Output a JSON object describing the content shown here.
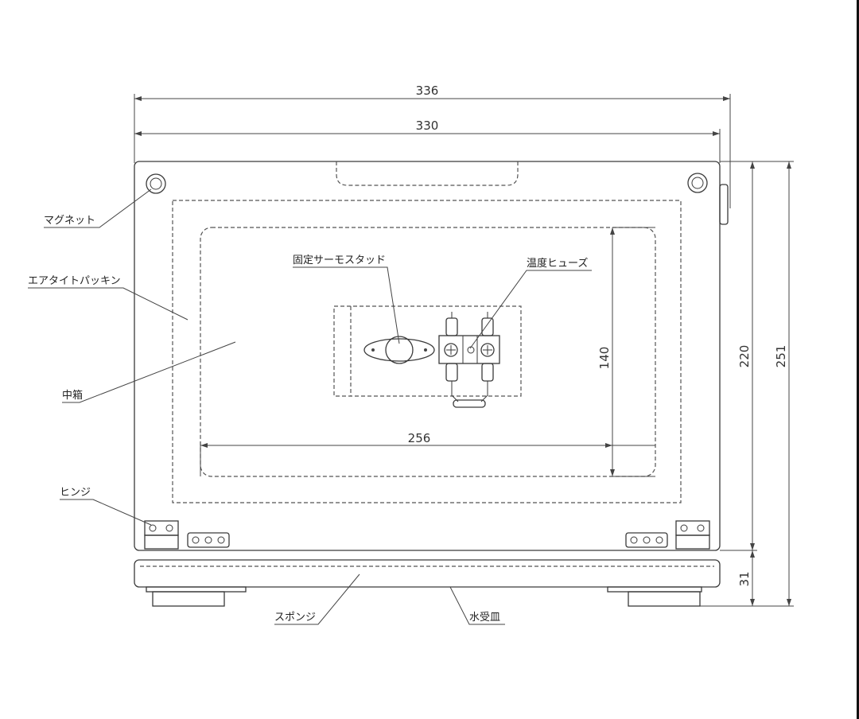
{
  "dimensions": {
    "overall_width": "336",
    "inner_width": "330",
    "interior_width": "256",
    "interior_height": "140",
    "body_height": "220",
    "total_height": "251",
    "tray_height": "31"
  },
  "labels": {
    "magnet": "マグネット",
    "airtight_packing": "エアタイトパッキン",
    "inner_box": "中箱",
    "hinge": "ヒンジ",
    "fixed_thermostat_stud": "固定サーモスタッド",
    "thermal_fuse": "温度ヒューズ",
    "sponge": "スポンジ",
    "drip_tray": "水受皿"
  }
}
